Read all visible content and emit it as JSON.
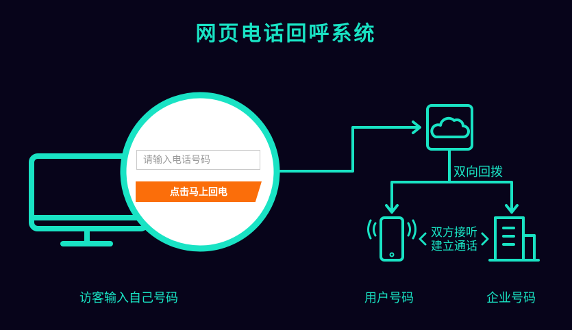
{
  "title": "网页电话回呼系统",
  "form": {
    "phone_placeholder": "请输入电话号码",
    "callback_button": "点击马上回电"
  },
  "labels": {
    "two_way_callback": "双向回拨",
    "both_answer_line1": "双方接听",
    "both_answer_line2": "建立通话",
    "visitor": "访客输入自己号码",
    "user_number": "用户号码",
    "company_number": "企业号码"
  },
  "icons": {
    "computer": "monitor-icon",
    "cloud": "cloud-icon",
    "phone": "mobile-phone-icon",
    "building": "building-icon"
  },
  "colors": {
    "background": "#07041a",
    "accent": "#19e3c4",
    "button": "#fb6e0a"
  }
}
